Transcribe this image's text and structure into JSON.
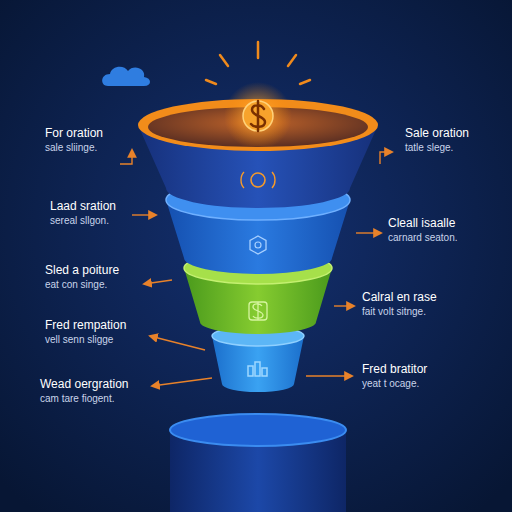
{
  "diagram": {
    "labels": [
      "For oration",
      "sale sliinge.",
      "Sale oration",
      "tatle slege.",
      "Laad sration",
      "sereal sllgon.",
      "Cleall isaalle",
      "carnard seaton.",
      "Sled a poiture",
      "eat con singe.",
      "Calral en rase",
      "fait volt sitnge.",
      "Fred rempation",
      "vell senn sligge",
      "Fred bratitor",
      "yeat t ocage.",
      "Wead oergration",
      "cam tare fiogent."
    ]
  }
}
